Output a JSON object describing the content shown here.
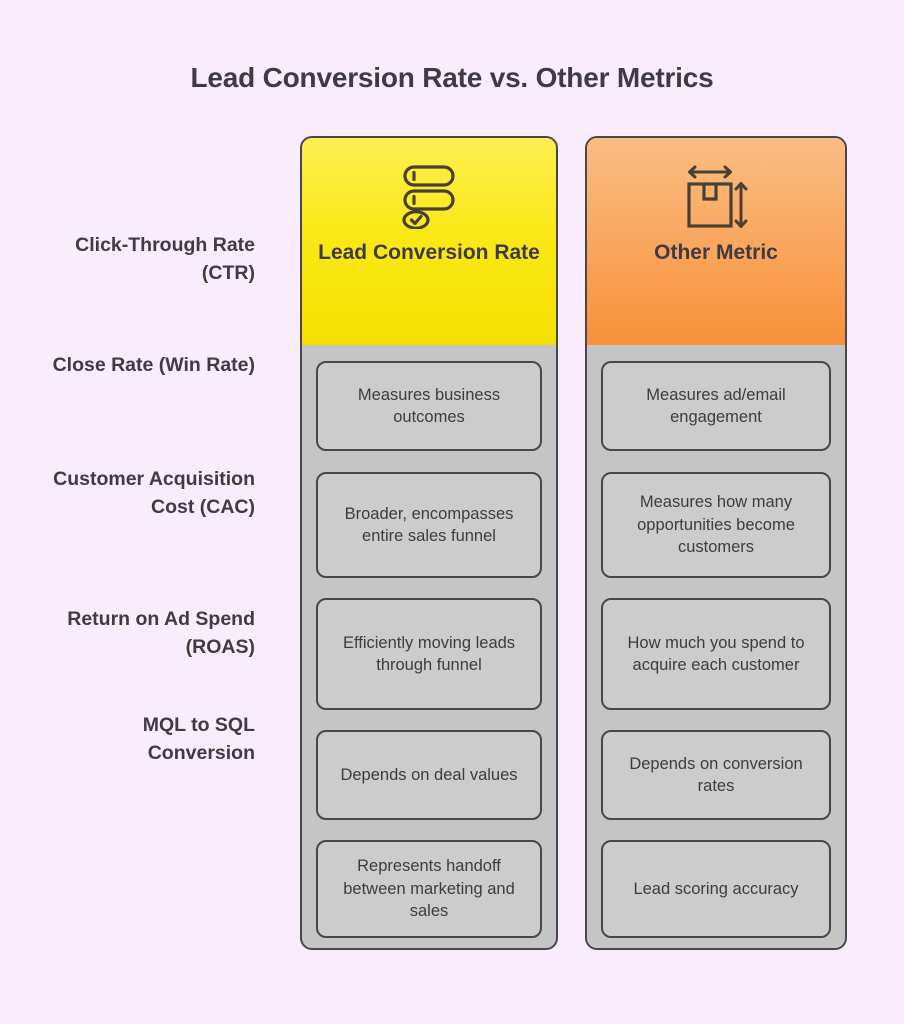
{
  "page": {
    "title": "Lead Conversion Rate vs. Other Metrics",
    "background_color": "#f8ecfd",
    "text_color": "#3f3b44"
  },
  "columns": [
    {
      "id": "lead-conversion-rate",
      "title": "Lead Conversion Rate",
      "icon": "checklist-icon",
      "header_color_top": "#fdef52",
      "header_color_bottom": "#f5e000"
    },
    {
      "id": "other-metric",
      "title": "Other Metric",
      "icon": "measure-box-icon",
      "header_color_top": "#fbbd83",
      "header_color_bottom": "#f8913a"
    }
  ],
  "rows": [
    {
      "label": "Click-Through Rate (CTR)",
      "lead": "Measures business outcomes",
      "other": "Measures ad/email engagement"
    },
    {
      "label": "Close Rate (Win Rate)",
      "lead": "Broader, encompasses entire sales funnel",
      "other": "Measures how many opportunities become customers"
    },
    {
      "label": "Customer Acquisition Cost (CAC)",
      "lead": "Efficiently moving leads through funnel",
      "other": "How much you spend to acquire each customer"
    },
    {
      "label": "Return on Ad Spend (ROAS)",
      "lead": "Depends on deal values",
      "other": "Depends on conversion rates"
    },
    {
      "label": "MQL to SQL Conversion",
      "lead": "Represents handoff between marketing and sales",
      "other": "Lead scoring accuracy"
    }
  ]
}
